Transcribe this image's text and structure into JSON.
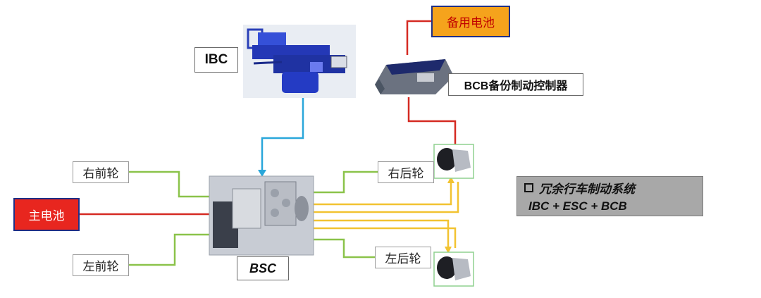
{
  "labels": {
    "ibc": "IBC",
    "backup_battery": "备用电池",
    "bcb_controller": "BCB备份制动控制器",
    "front_right_wheel": "右前轮",
    "main_battery": "主电池",
    "front_left_wheel": "左前轮",
    "bsc": "BSC",
    "rear_right_wheel": "右后轮",
    "rear_left_wheel": "左后轮"
  },
  "note": {
    "line1": "冗余行车制动系统",
    "line2": "IBC + ESC + BCB"
  },
  "colors": {
    "red_power": "#d52a22",
    "blue_signal": "#2aa7da",
    "green_wire": "#8bc34a",
    "yellow_line": "#f2c331",
    "backup_battery_fill": "#f5a31c",
    "main_battery_fill": "#e8261f",
    "note_fill": "#a8a8a8"
  }
}
